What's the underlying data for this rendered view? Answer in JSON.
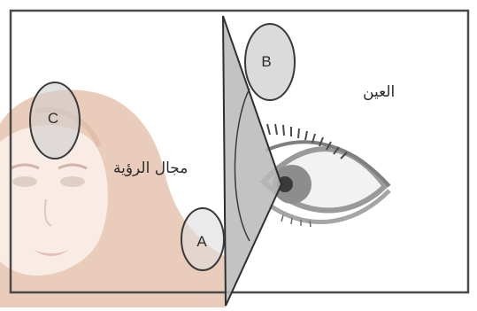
{
  "labels": {
    "eye": "العين",
    "field_of_view": "مجال الرؤية",
    "a": "A",
    "b": "B",
    "c": "C"
  },
  "colors": {
    "frame": "#4a4a4a",
    "circle_fill": "#d8d8d8",
    "wedge_fill": "#b9b9b9",
    "skin": "#f2dccd",
    "hijab": "#d8a083",
    "iris": "#8d8d8d"
  }
}
